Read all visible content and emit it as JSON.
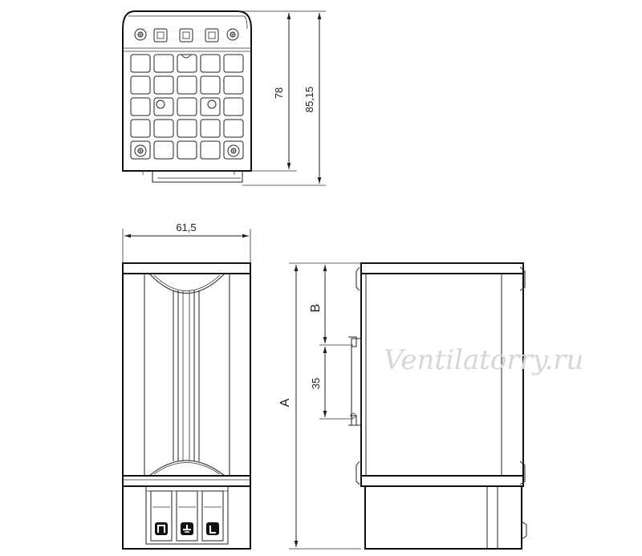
{
  "dimensions": {
    "height_inner": "78",
    "height_total": "85,15",
    "width": "61,5",
    "a_label": "A",
    "b_label": "B",
    "mount_spacing": "35"
  },
  "watermark": "Ventilatorry.ru",
  "icons": [
    "power-symbol-icon",
    "ground-symbol-icon",
    "line-symbol-icon"
  ]
}
